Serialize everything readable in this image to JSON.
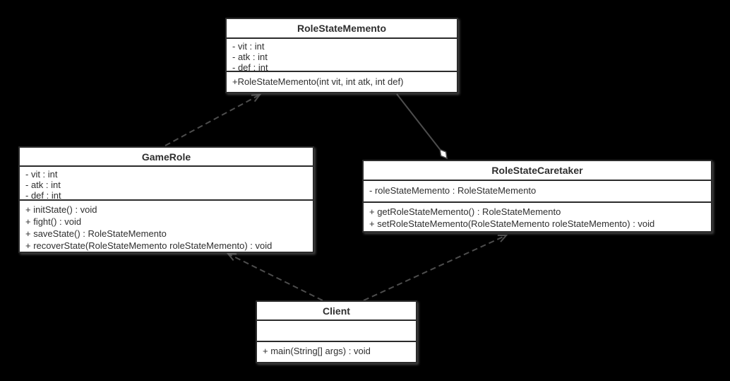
{
  "diagram": {
    "type": "uml-class-diagram",
    "pattern": "Memento",
    "colors": {
      "background": "#000000",
      "box_fill": "#ffffff",
      "box_border": "#2b2b2b",
      "connector": "#4d4d4d",
      "text": "#2f2f2f",
      "diamond_fill": "#ffffff"
    }
  },
  "classes": [
    {
      "name": "RoleStateMemento",
      "attributes": [
        "- vit : int",
        "- atk : int",
        "- def : int"
      ],
      "methods": [
        "+RoleStateMemento(int vit, int atk, int def)"
      ]
    },
    {
      "name": "GameRole",
      "attributes": [
        "- vit : int",
        "- atk : int",
        "- def : int"
      ],
      "methods": [
        "+ initState() : void",
        "+ fight() : void",
        "+ saveState() : RoleStateMemento",
        "+ recoverState(RoleStateMemento roleStateMemento) : void"
      ]
    },
    {
      "name": "RoleStateCaretaker",
      "attributes": [
        "- roleStateMemento : RoleStateMemento"
      ],
      "methods": [
        "+ getRoleStateMemento() : RoleStateMemento",
        "+ setRoleStateMemento(RoleStateMemento roleStateMemento) : void"
      ]
    },
    {
      "name": "Client",
      "attributes": [],
      "methods": [
        "+ main(String[] args) : void"
      ]
    }
  ],
  "relationships": [
    {
      "from": "GameRole",
      "to": "RoleStateMemento",
      "type": "dependency",
      "line": "dashed",
      "end": "open-arrow"
    },
    {
      "from": "RoleStateMemento",
      "to": "RoleStateCaretaker",
      "type": "aggregation",
      "line": "solid",
      "end": "hollow-diamond"
    },
    {
      "from": "Client",
      "to": "GameRole",
      "type": "dependency",
      "line": "dashed",
      "end": "open-arrow"
    },
    {
      "from": "Client",
      "to": "RoleStateCaretaker",
      "type": "dependency",
      "line": "dashed",
      "end": "open-arrow"
    }
  ]
}
